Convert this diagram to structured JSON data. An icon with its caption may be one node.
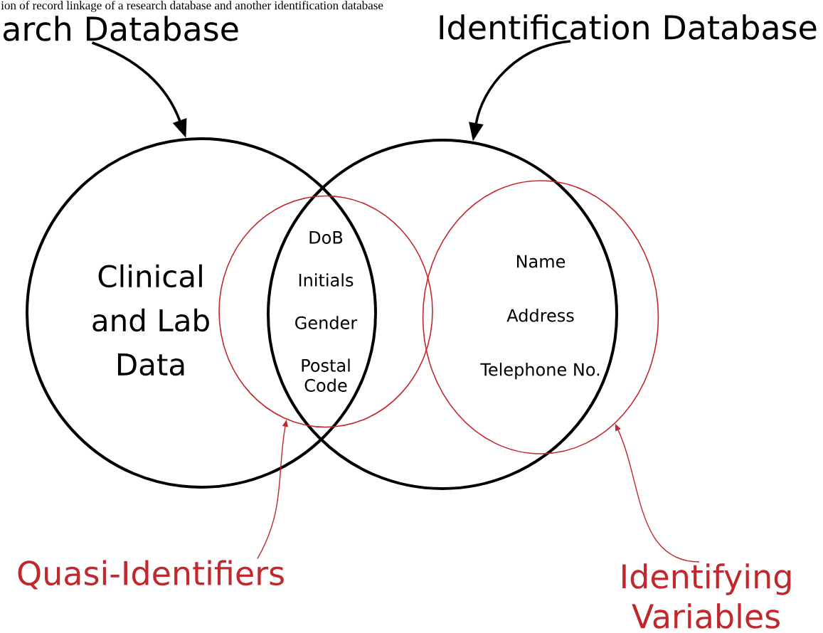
{
  "diagram": {
    "caption": "ion of record linkage of a research database and another identification database",
    "nodes": [
      {
        "text": [
          "arch Database"
        ]
      },
      {
        "text": [
          "Identification Database"
        ]
      },
      {
        "text": [],
        "shape": "circle"
      },
      {
        "text": [],
        "shape": "circle"
      },
      {
        "text": [
          "Clinical and Lab Data"
        ],
        "in": 2
      },
      {
        "text": [
          "DoB",
          "Initials",
          "Gender",
          "Postal Code"
        ]
      },
      {
        "text": [
          "Name",
          "Address",
          "Telephone No."
        ]
      },
      {
        "text": [
          "Quasi-Identifiers"
        ]
      },
      {
        "text": [
          "Identifying Variables"
        ]
      }
    ],
    "edges": [
      {
        "from": 0,
        "to": 2,
        "arrow": "to",
        "style": "thick"
      },
      {
        "from": 1,
        "to": 3,
        "arrow": "to",
        "style": "thick"
      },
      {
        "from": 7,
        "to": 5,
        "arrow": "to",
        "color": "#c0282d"
      },
      {
        "from": 8,
        "to": 6,
        "arrow": "to",
        "color": "#c0282d"
      }
    ]
  }
}
